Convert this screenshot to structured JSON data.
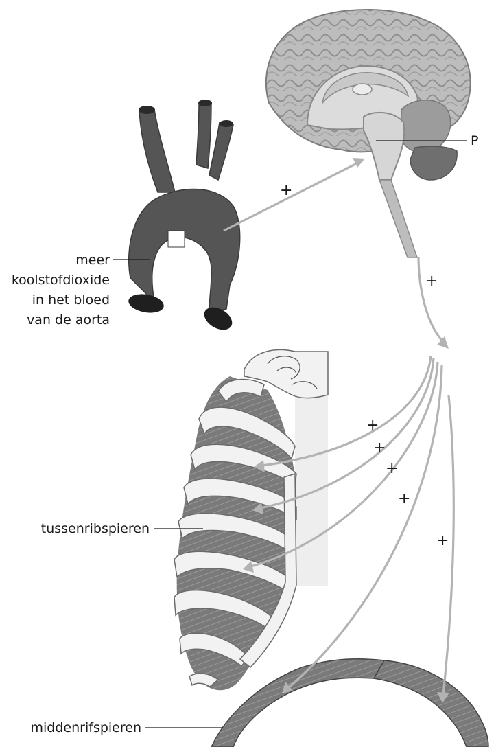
{
  "labels": {
    "p": "P",
    "aorta_line1": "meer",
    "aorta_line2": "koolstofdioxide",
    "aorta_line3": "in het bloed",
    "aorta_line4": "van de aorta",
    "intercostal": "tussenribspieren",
    "diaphragm": "middenrifspieren"
  },
  "signs": {
    "aorta_to_brain": "+",
    "brain_down": "+",
    "rib1": "+",
    "rib2": "+",
    "rib3": "+",
    "rib4": "+",
    "diaphragm_right": "+"
  }
}
